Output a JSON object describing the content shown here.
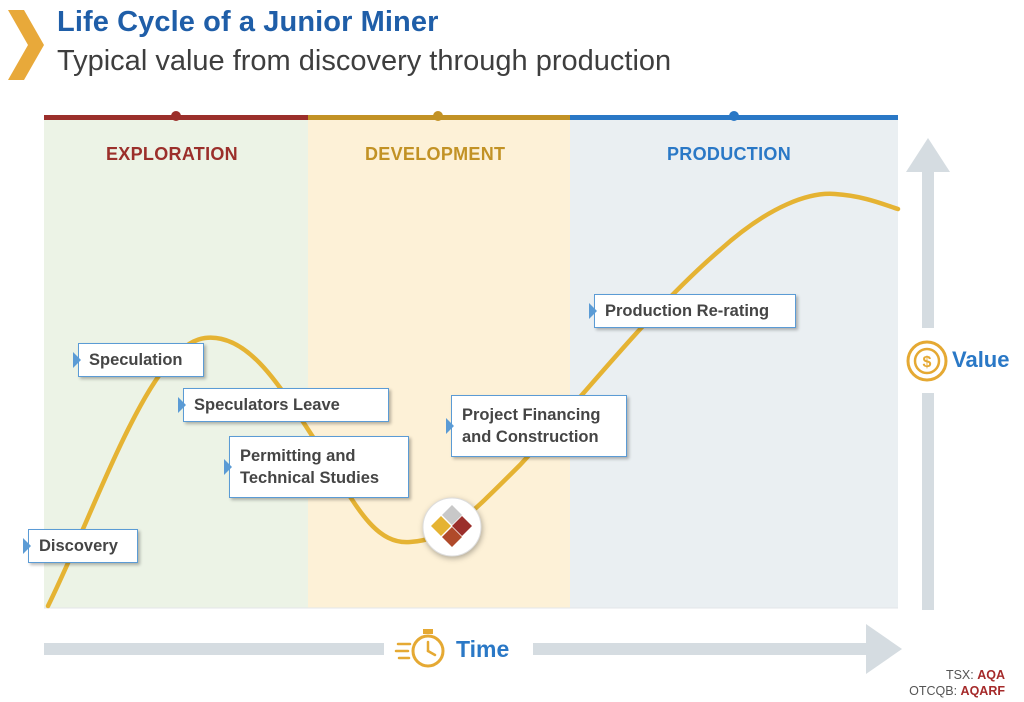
{
  "header": {
    "title": "Life Cycle of a Junior Miner",
    "subtitle": "Typical value from discovery through production"
  },
  "phases": [
    {
      "name": "EXPLORATION",
      "color": "#9b2f2b",
      "bg": "#ecf3e6"
    },
    {
      "name": "DEVELOPMENT",
      "color": "#c29225",
      "bg": "#fdf1d7"
    },
    {
      "name": "PRODUCTION",
      "color": "#2a78c6",
      "bg": "#eaeff2"
    }
  ],
  "stages": [
    {
      "label": "Discovery"
    },
    {
      "label": "Speculation"
    },
    {
      "label": "Speculators Leave"
    },
    {
      "label_line1": "Permitting and",
      "label_line2": "Technical Studies"
    },
    {
      "label_line1": "Project Financing",
      "label_line2": "and Construction"
    },
    {
      "label": "Production Re-rating"
    }
  ],
  "axes": {
    "x_label": "Time",
    "y_label": "Value"
  },
  "tickers": {
    "tsx_prefix": "TSX:",
    "tsx_symbol": "AQA",
    "otc_prefix": "OTCQB:",
    "otc_symbol": "AQARF"
  },
  "colors": {
    "curve": "#e5b333",
    "arrow": "#d5dce1",
    "accent_chevron": "#e8a93a",
    "title": "#1f5ea8"
  },
  "icons": {
    "logo": "chevron-logo-icon",
    "timer": "stopwatch-icon",
    "value": "dollar-coin-icon",
    "company": "company-diamond-logo-icon"
  }
}
